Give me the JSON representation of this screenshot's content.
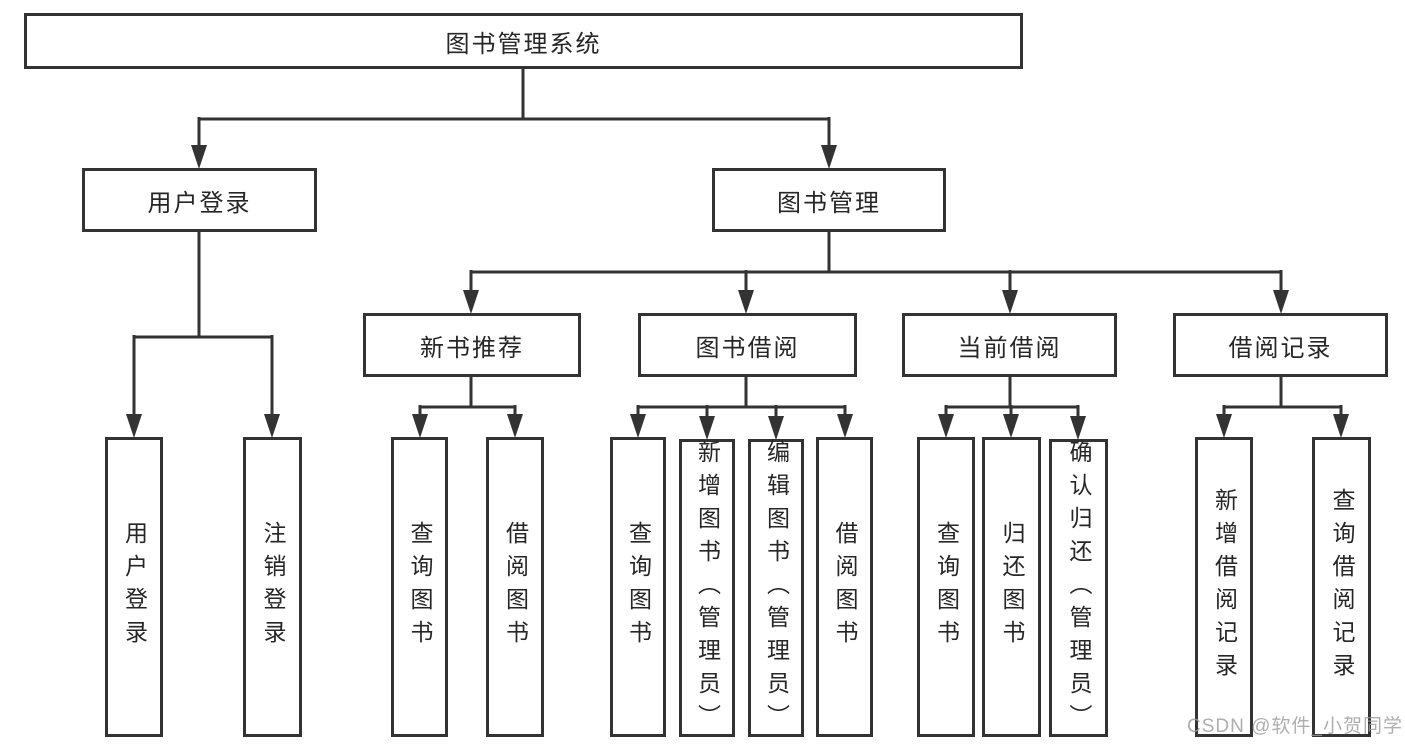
{
  "diagram": {
    "type": "hierarchy-tree",
    "orientation": "top-down"
  },
  "hierarchy": {
    "label": "图书管理系统",
    "children": [
      {
        "label": "用户登录",
        "children": [
          {
            "label": "用户登录"
          },
          {
            "label": "注销登录"
          }
        ]
      },
      {
        "label": "图书管理",
        "children": [
          {
            "label": "新书推荐",
            "children": [
              {
                "label": "查询图书"
              },
              {
                "label": "借阅图书"
              }
            ]
          },
          {
            "label": "图书借阅",
            "children": [
              {
                "label": "查询图书"
              },
              {
                "label": "新增图书（管理员）"
              },
              {
                "label": "编辑图书（管理员）"
              },
              {
                "label": "借阅图书"
              }
            ]
          },
          {
            "label": "当前借阅",
            "children": [
              {
                "label": "查询图书"
              },
              {
                "label": "归还图书"
              },
              {
                "label": "确认归还（管理员）"
              }
            ]
          },
          {
            "label": "借阅记录",
            "children": [
              {
                "label": "新增借阅记录"
              },
              {
                "label": "查询借阅记录"
              }
            ]
          }
        ]
      }
    ]
  },
  "watermark": {
    "text": "CSDN @软件_小贺同学"
  },
  "colors": {
    "background": "#ffffff",
    "line": "#333333",
    "box_border": "#333333",
    "box_fill": "#ffffff",
    "text": "#262626",
    "watermark": "#9a9a9a"
  }
}
